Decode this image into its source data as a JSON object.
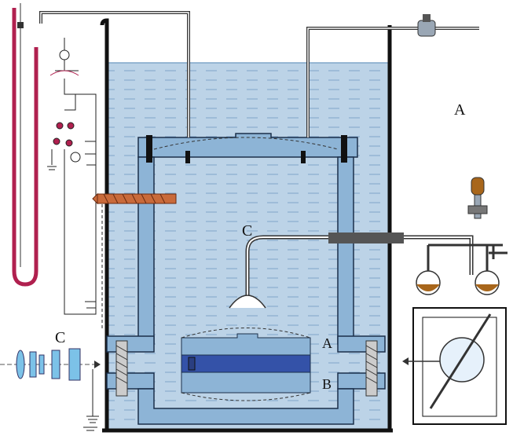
{
  "labels": {
    "outer_vessel": "A",
    "tube_c_top": "C",
    "left_optics": "C",
    "inner_cell_a": "A",
    "inner_cell_b": "B"
  },
  "colors": {
    "water": "#bcd3e7",
    "water_lines": "#7fa6c8",
    "vessel_wall": "#8db4d6",
    "vessel_outline": "#1b2f4a",
    "thermometer_liquid": "#b0204f",
    "cell_fill": "#3452a8",
    "heater": "#c96a3a",
    "flask_liquid": "#a8661b",
    "lens": "#7cc2e8"
  },
  "icons": {
    "thermometer": "thermometer-icon",
    "lamp": "xray-tube-icon",
    "stopcock": "stopcock-icon"
  }
}
